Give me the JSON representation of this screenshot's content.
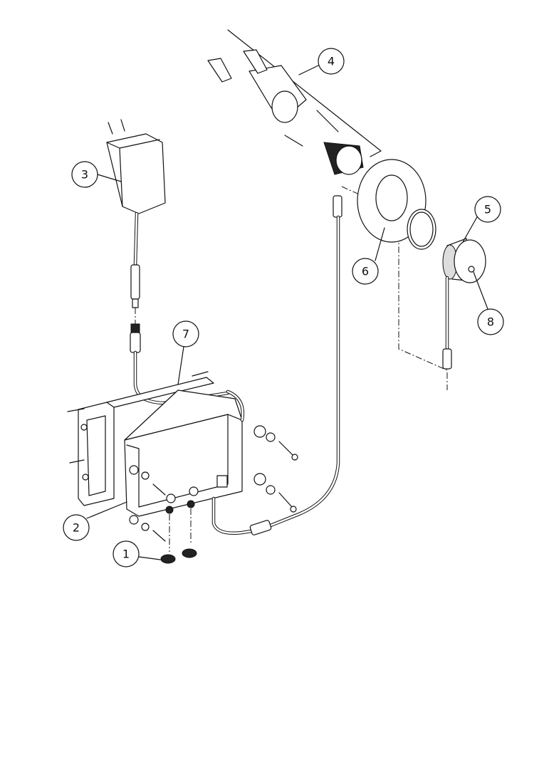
{
  "diagram": {
    "type": "exploded-assembly-drawing",
    "callouts": [
      {
        "label": "1",
        "part": "cap"
      },
      {
        "label": "2",
        "part": "control-box"
      },
      {
        "label": "3",
        "part": "power-adapter"
      },
      {
        "label": "4",
        "part": "mounting-sleeve-kit"
      },
      {
        "label": "5",
        "part": "push-button"
      },
      {
        "label": "6",
        "part": "cover-plate"
      },
      {
        "label": "7",
        "part": "mounting-bracket"
      },
      {
        "label": "8",
        "part": "button-symbol"
      }
    ]
  }
}
